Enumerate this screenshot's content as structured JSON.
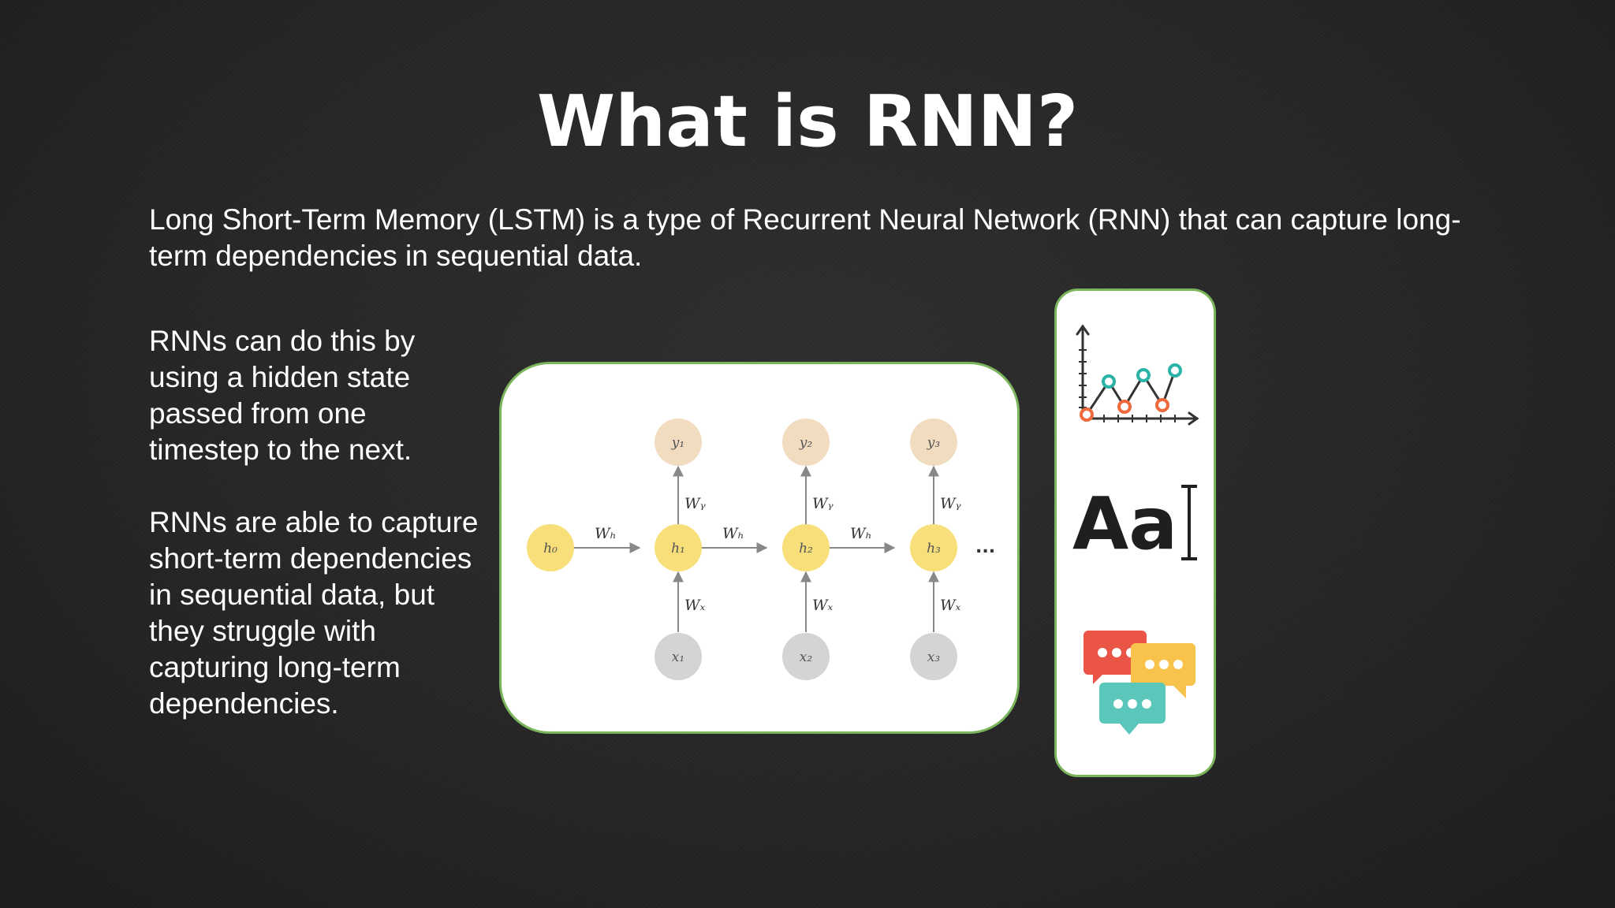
{
  "slide": {
    "title": "What is RNN?",
    "intro": "Long Short-Term Memory (LSTM) is a type of Recurrent Neural Network (RNN) that can capture long-term dependencies in sequential data.",
    "paragraphs": [
      "RNNs can do this by using a hidden state passed from one timestep to the next.",
      "RNNs are able to capture short-term dependencies in sequential data, but they struggle with capturing long-term dependencies."
    ]
  },
  "diagram": {
    "initial_state": "h₀",
    "hidden": [
      "h₁",
      "h₂",
      "h₃"
    ],
    "outputs": [
      "y₁",
      "y₂",
      "y₃"
    ],
    "inputs": [
      "x₁",
      "x₂",
      "x₃"
    ],
    "weight_h": "Wₕ",
    "weight_y": "Wᵧ",
    "weight_x": "Wₓ",
    "ellipsis": "...",
    "colors": {
      "hidden_node": "#f8df7a",
      "output_node": "#f2dcc0",
      "input_node": "#d6d3d3",
      "card_border": "#7ab55c"
    }
  },
  "icons": {
    "items": [
      "line-chart-icon",
      "typography-icon",
      "chat-bubbles-icon"
    ],
    "typography_text": "Aa",
    "colors": {
      "teal": "#2ab3a6",
      "orange": "#f06a3e",
      "red": "#ea5548",
      "yellow": "#f7c34a",
      "mint": "#5bc7bb"
    }
  }
}
